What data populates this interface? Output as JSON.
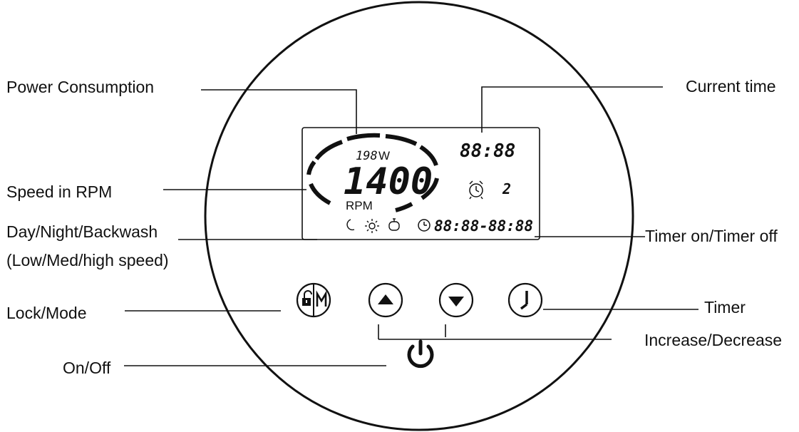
{
  "callouts": {
    "power_consumption": "Power Consumption",
    "speed_rpm": "Speed in RPM",
    "day_night_backwash": "Day/Night/Backwash",
    "speed_levels": "(Low/Med/high speed)",
    "lock_mode": "Lock/Mode",
    "on_off": "On/Off",
    "current_time": "Current time",
    "timer_on_off": "Timer on/Timer off",
    "timer": "Timer",
    "increase_decrease": "Increase/Decrease"
  },
  "display": {
    "power_value": "198",
    "power_unit": "W",
    "speed_value": "1400",
    "speed_unit": "RPM",
    "clock": "88:88",
    "timer_index": "2",
    "timer_range": "88:88-88:88"
  },
  "icons": {
    "night": "moon-icon",
    "day": "sun-icon",
    "backwash": "backwash-icon",
    "alarm": "alarm-clock-icon",
    "schedule": "clock-icon",
    "lock_mode": "lock-mode-icon",
    "up": "arrow-up-icon",
    "down": "arrow-down-icon",
    "timer": "timer-icon",
    "power": "power-icon"
  },
  "colors": {
    "ink": "#111111",
    "background": "#ffffff"
  }
}
